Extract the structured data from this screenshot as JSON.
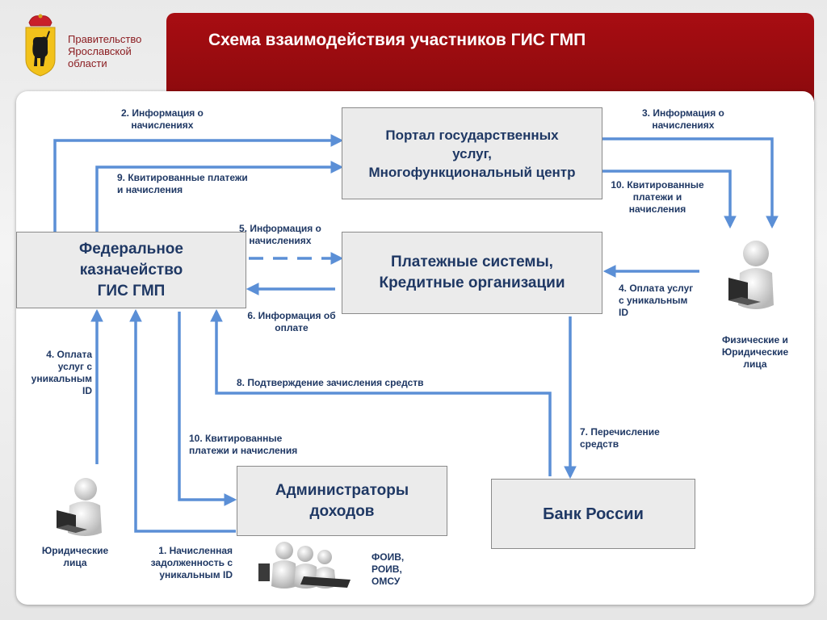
{
  "header": {
    "title": "Схема взаимодействия участников ГИС ГМП",
    "org_lines": [
      "Правительство",
      "Ярославской",
      "области"
    ]
  },
  "nodes": {
    "portal": [
      "Портал государственных",
      "услуг,",
      "Многофункциональный центр"
    ],
    "treasury": [
      "Федеральное",
      "казначейство",
      "ГИС ГМП"
    ],
    "payment_systems": [
      "Платежные системы,",
      "Кредитные организации"
    ],
    "administrators": [
      "Администраторы",
      "доходов"
    ],
    "bank": [
      "Банк России"
    ]
  },
  "edge_labels": {
    "e2": [
      "2. Информация о",
      "начислениях"
    ],
    "e3": [
      "3. Информация о",
      "начислениях"
    ],
    "e9": [
      "9. Квитированные платежи",
      "и начисления"
    ],
    "e10_right": [
      "10. Квитированные",
      "платежи и",
      "начисления"
    ],
    "e5": [
      "5. Информация о",
      "начислениях"
    ],
    "e4_right": [
      "4. Оплата услуг",
      "с уникальным",
      "ID"
    ],
    "e6": [
      "6. Информация об",
      "оплате"
    ],
    "e4_left": [
      "4. Оплата",
      "услуг с",
      "уникальным",
      "ID"
    ],
    "e8": [
      "8. Подтверждение зачисления  средств"
    ],
    "e7": [
      "7. Перечисление",
      "средств"
    ],
    "e10_bottom": [
      "10. Квитированные",
      "платежи и начисления"
    ],
    "e1": [
      "1. Начисленная",
      "задолженность с",
      "уникальным ID"
    ]
  },
  "actors": {
    "individuals": [
      "Физические и",
      "Юридические",
      "лица"
    ],
    "legal_entities": [
      "Юридические",
      "лица"
    ],
    "authorities": [
      "ФОИВ,",
      "РОИВ,",
      "ОМСУ"
    ]
  },
  "icons": [
    "coat-of-arms-icon",
    "person-laptop-icon",
    "operators-group-icon"
  ],
  "colors": {
    "header_red": "#9b0b10",
    "arrow_blue": "#5b8fd6",
    "text_navy": "#1f3864",
    "node_fill": "#ebebeb"
  }
}
